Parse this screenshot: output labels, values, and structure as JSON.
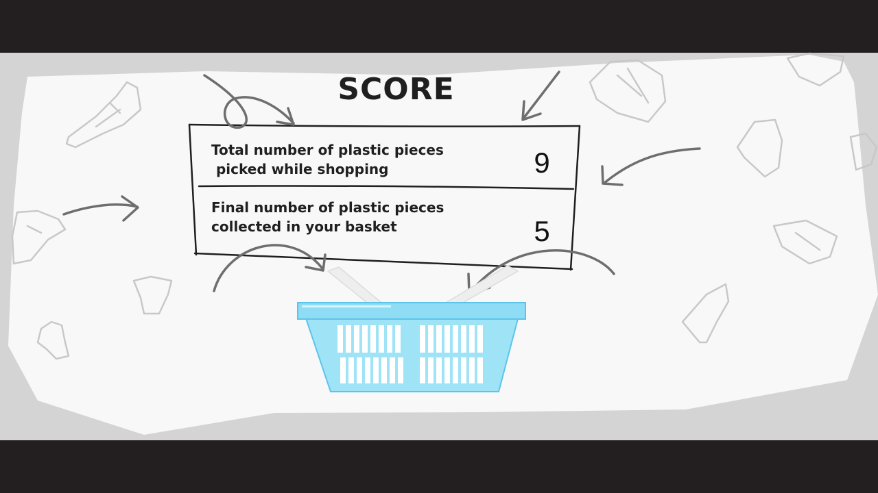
{
  "screen": {
    "title": "SCORE"
  },
  "score_rows": [
    {
      "label_line1": "Total number of plastic pieces",
      "label_line2": " picked while shopping",
      "value": "9"
    },
    {
      "label_line1": "Final number of plastic pieces",
      "label_line2": "collected in your basket",
      "value": "5"
    }
  ],
  "colors": {
    "letterbox": "#231f20",
    "backdrop": "#d4d4d4",
    "paper": "#f8f8f8",
    "ink": "#1f1f1f",
    "arrow": "#6e6e6e",
    "basket_fill": "#9fe3f7",
    "basket_stroke": "#5cc4ea"
  },
  "icons": [
    "plastic-bag-icon",
    "arrow-icon",
    "basket-icon"
  ]
}
